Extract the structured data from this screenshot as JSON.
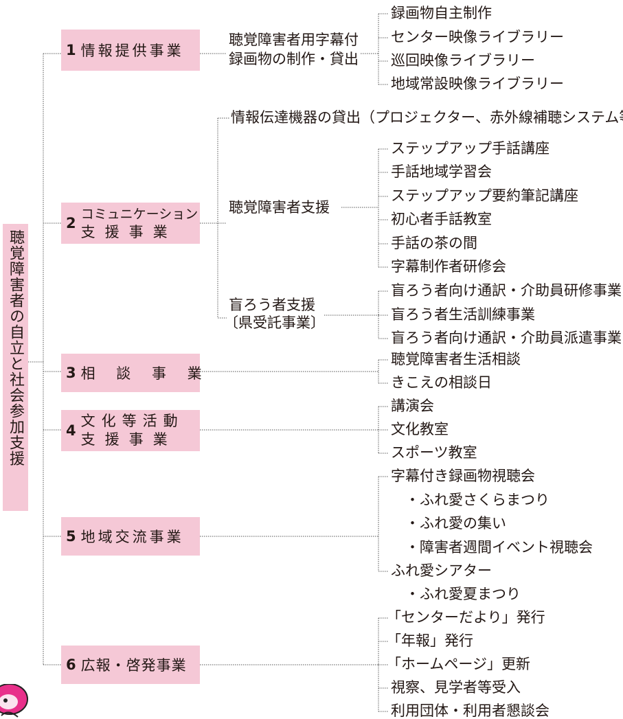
{
  "root": "聴覚障害者の自立と社会参加支援",
  "s1": {
    "num": "1",
    "label": "情報提供事業",
    "mid": [
      "聴覚障害者用字幕付",
      "録画物の制作・貸出"
    ],
    "items": [
      "録画物自主制作",
      "センター映像ライブラリー",
      "巡回映像ライブラリー",
      "地域常設映像ライブラリー"
    ]
  },
  "s2": {
    "num": "2",
    "label1": "コミュニケーション",
    "label2": "支援事業",
    "lending": "情報伝達機器の貸出（プロジェクター、赤外線補聴システム等）",
    "hearing": "聴覚障害者支援",
    "hearing_items": [
      "ステップアップ手話講座",
      "手話地域学習会",
      "ステップアップ要約筆記講座",
      "初心者手話教室",
      "手話の茶の間",
      "字幕制作者研修会"
    ],
    "deafblind": [
      "盲ろう者支援",
      "〔県受託事業〕"
    ],
    "deafblind_items": [
      "盲ろう者向け通訳・介助員研修事業",
      "盲ろう者生活訓練事業",
      "盲ろう者向け通訳・介助員派遣事業"
    ]
  },
  "s3": {
    "num": "3",
    "label": "相 談 事 業",
    "items": [
      "聴覚障害者生活相談",
      "きこえの相談日"
    ]
  },
  "s4": {
    "num": "4",
    "label1": "文化等活動",
    "label2": "支援事業",
    "items": [
      "講演会",
      "文化教室",
      "スポーツ教室"
    ]
  },
  "s5": {
    "num": "5",
    "label": "地域交流事業",
    "items": [
      "字幕付き録画物視聴会",
      "・ふれ愛さくらまつり",
      "・ふれ愛の集い",
      "・障害者週間イベント視聴会",
      "ふれ愛シアター",
      "・ふれ愛夏まつり"
    ]
  },
  "s6": {
    "num": "6",
    "label": "広報・啓発事業",
    "items": [
      "「センターだより」発行",
      "「年報」発行",
      "「ホームページ」更新",
      "視察、見学者等受入",
      "利用団体・利用者懇談会"
    ]
  }
}
